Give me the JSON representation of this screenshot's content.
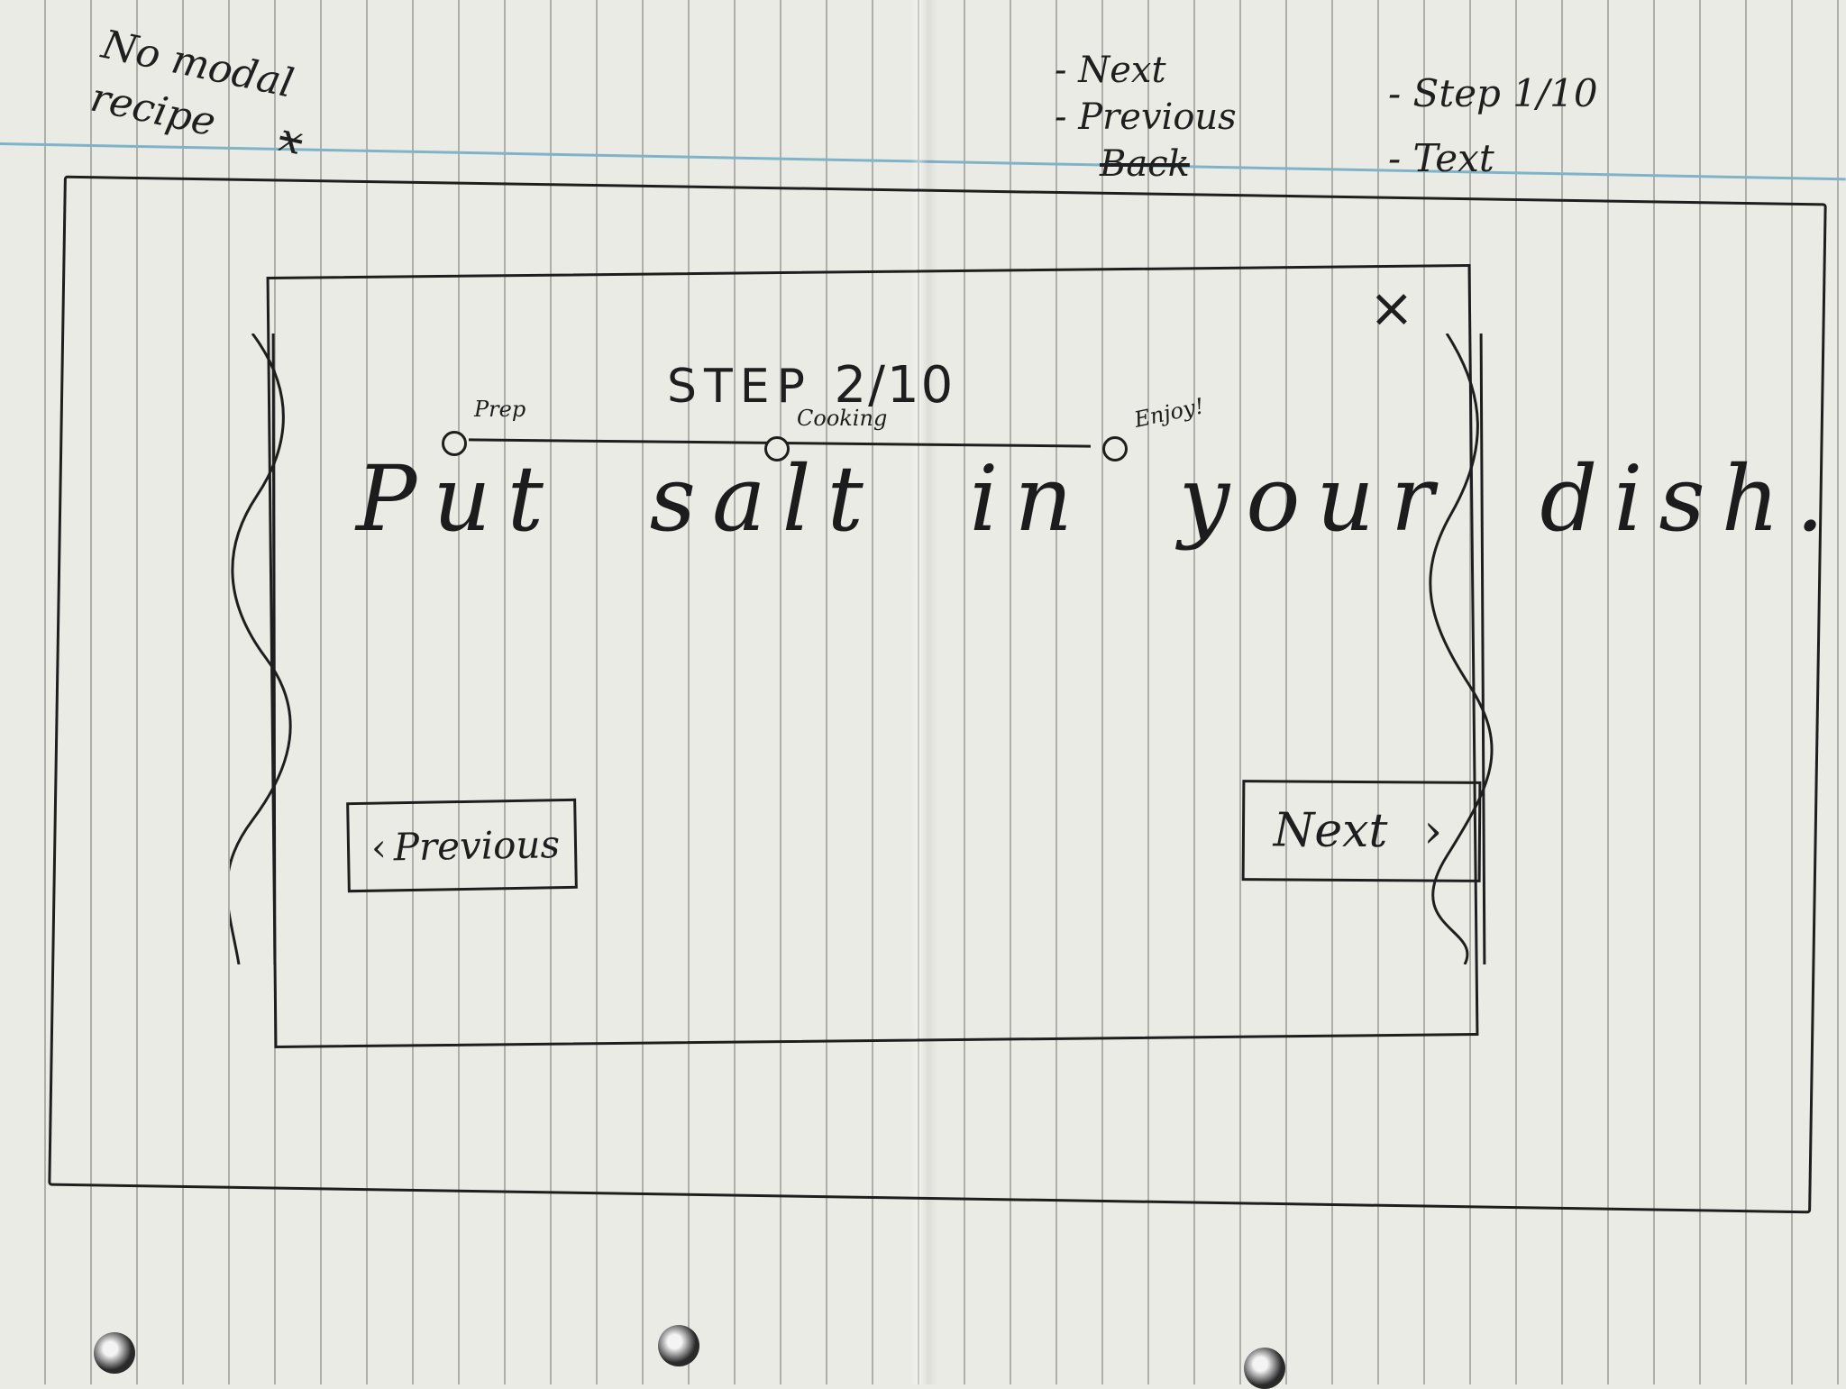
{
  "notes": {
    "top_left": [
      "No modal",
      "recipe"
    ],
    "top_left_mark": "x",
    "list": [
      "- Next",
      "- Previous",
      "Back"
    ],
    "list2": [
      "- Step 1/10",
      "- Text"
    ]
  },
  "modal": {
    "step_label": "STEP",
    "step_count": "2/10",
    "close_glyph": "×",
    "stepper": [
      {
        "label": "Prep"
      },
      {
        "label": "Cooking"
      },
      {
        "label": "Enjoy!"
      }
    ],
    "instruction": "Put salt in your dish.",
    "previous_label": "Previous",
    "previous_icon": "chevron-left-icon",
    "next_label": "Next",
    "next_icon": "chevron-right-icon"
  }
}
